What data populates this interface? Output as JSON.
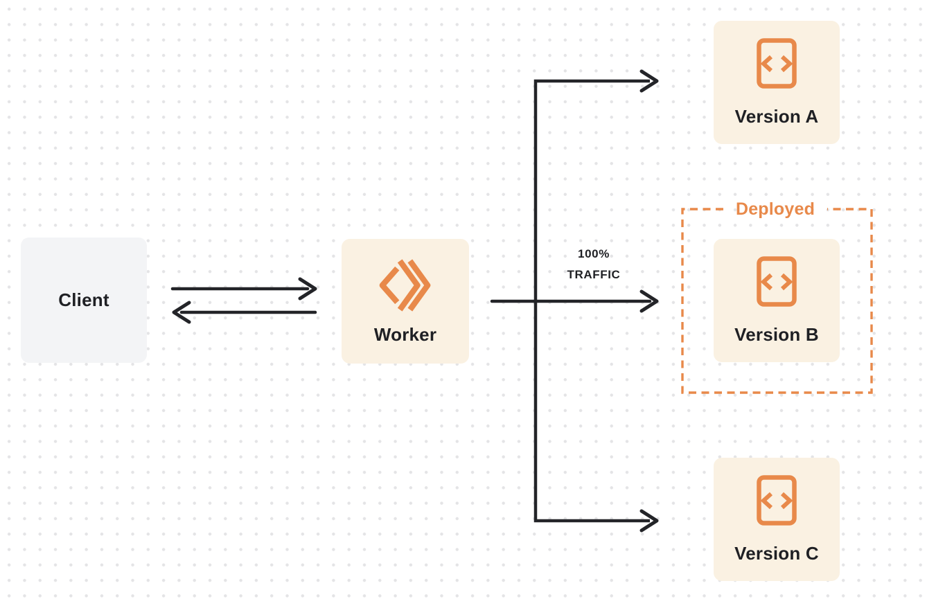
{
  "colors": {
    "orange": "#E8894A",
    "cream": "#FAF1E2",
    "box_gray": "#F3F4F6",
    "line": "#232428",
    "text": "#1F2024",
    "dot": "#E4E4E6",
    "bg": "#FFFFFF"
  },
  "client": {
    "label": "Client"
  },
  "worker": {
    "label": "Worker"
  },
  "versions": [
    {
      "label": "Version A"
    },
    {
      "label": "Version B",
      "deployed": true
    },
    {
      "label": "Version C"
    }
  ],
  "deployed": {
    "label": "Deployed"
  },
  "traffic": {
    "line1": "100%",
    "line2": "TRAFFIC"
  }
}
